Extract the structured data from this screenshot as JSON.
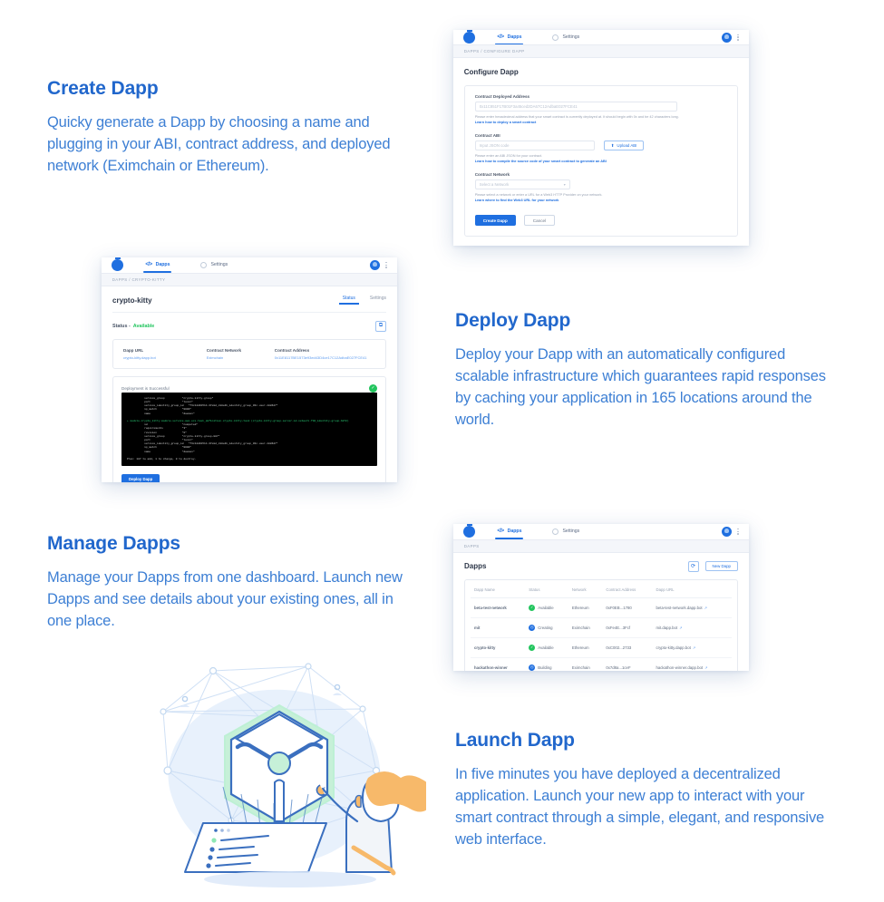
{
  "sections": [
    {
      "title": "Create Dapp",
      "body": "Quicky generate a Dapp by choosing a name and plugging in your ABI, contract address, and deployed network (Eximchain or Ethereum)."
    },
    {
      "title": "Deploy Dapp",
      "body": "Deploy your Dapp with an automatically configured scalable infrastructure which guarantees rapid responses by caching your application in 165 locations around the world."
    },
    {
      "title": "Manage Dapps",
      "body": "Manage your Dapps from one dashboard. Launch new Dapps and see details about your existing ones, all in one place."
    },
    {
      "title": "Launch Dapp",
      "body": "In five minutes you have deployed a decentralized application. Launch your new app to interact with your smart contract through a simple, elegant, and responsive web interface."
    }
  ],
  "nav": {
    "dapps_label": "Dapps",
    "settings_label": "Settings",
    "code_icon": "</>",
    "gear_icon": "gear-icon",
    "avatar_icon": "avatar-icon",
    "kebab_icon": "kebab-menu-icon"
  },
  "configure": {
    "breadcrumb": "DAPPS / CONFIGURE DAPP",
    "heading": "Configure Dapp",
    "address_label": "Contract Deployed Address",
    "address_placeholder": "0x11C851F17B01F3a45ced2DA67C12AdbaE027FCE41",
    "address_hint": "Please enter hexadecimal address that your smart contract is currently deployed at. It should begin with 0x and be 42 characters long.",
    "address_link": "Learn how to deploy a smart contract",
    "abi_label": "Contract ABI",
    "abi_placeholder": "Input JSON code",
    "abi_button": "Upload ABI",
    "abi_hint": "Please enter an ABI JSON for your contract.",
    "abi_link": "Learn how to compile the source code of your smart contract to generate an ABI",
    "network_label": "Contract Network",
    "network_value": "Select a Network",
    "network_hint": "Please select a network or enter a URL for a Web3 HTTP Provider on your network.",
    "network_link": "Learn where to find the Web3 URL for your network",
    "create_button": "Create Dapp",
    "cancel_button": "Cancel",
    "pagination_dots": 2
  },
  "detail": {
    "breadcrumb": "DAPPS / CRYPTO-KITTY",
    "heading": "crypto-kitty",
    "tabs": [
      {
        "label": "Status",
        "active": true
      },
      {
        "label": "Settings",
        "active": false
      }
    ],
    "status_label": "Status -",
    "status_value": "Available",
    "copy_icon": "copy-icon",
    "fields": [
      {
        "label": "Dapp URL",
        "value": "crypto-kitty.dapp.bot"
      },
      {
        "label": "Contract Network",
        "value": "Eximchain"
      },
      {
        "label": "Contract Address",
        "value": "0x11E8117BE1573e93ed43D4ce17C12AdbaE027FCE41"
      }
    ],
    "deployment_status": "Deployment is Successful",
    "check_icon": "check-circle-icon",
    "terminal": [
      "           service_group           \"crypto-kitty-group\"",
      "           port                    \"local\"",
      "           service_identity_group_id   \"f3c12d91514-37e8d_c88e4b_identity_group_36c-user-188627\"",
      "           ip_match                \"0000\"",
      "           name                    \"daemon\"",
      "",
      "+ module.crypto_kitty.module.service.aws.ecs.task_definition.crypto-kitty-task (crypto-kitty-group-server-id.network.f3d_identity-group-b872)",
      "           id                      \"computed\"",
      "           requirements            \"3\"",
      "           revision                \"0\"",
      "           service_group           \"crypto-kitty-group-887\"",
      "           port                    \"local\"",
      "           service_identity_group_id   \"f3c12d91514-37e8d_c88e4b_identity_group_36c-user-188627\"",
      "           ip_match                \"0000\"",
      "           name                    \"daemon\"",
      "",
      "Plan: 187 to add, 1 to change, 0 to destroy."
    ],
    "deploy_button": "Deploy Dapp"
  },
  "dapps_list": {
    "breadcrumb": "DAPPS",
    "heading": "Dapps",
    "refresh_icon": "refresh-icon",
    "new_button": "New Dapp",
    "columns": [
      "Dapp Name",
      "Status",
      "Network",
      "Contract Address",
      "Dapp URL"
    ],
    "rows": [
      {
        "name": "beta-test-network",
        "status": "Available",
        "status_type": "available",
        "network": "Ethereum",
        "address": "0xF0EB...1780",
        "url": "beta-test-network.dapp.bot"
      },
      {
        "name": "mit",
        "status": "Creating",
        "status_type": "pending",
        "network": "Eximchain",
        "address": "0xFe4E...3Fcf",
        "url": "mit.dapp.bot"
      },
      {
        "name": "crypto-kitty",
        "status": "Available",
        "status_type": "available",
        "network": "Ethereum",
        "address": "0xC002...2733",
        "url": "crypto-kitty.dapp.bot"
      },
      {
        "name": "hackathon-winner",
        "status": "Building",
        "status_type": "pending",
        "network": "Eximchain",
        "address": "0x7d8a...1ceF",
        "url": "hackathon-winner.dapp.bot"
      }
    ],
    "external_icon": "external-link-icon"
  },
  "illustration": {
    "name": "network-deploy-illustration",
    "alt_parts": [
      "network-graph",
      "hexagon-cube",
      "person-pointing",
      "laptop-list"
    ]
  },
  "colors": {
    "heading_blue": "#2167cc",
    "body_blue": "#3d7fd4",
    "accent_blue": "#1f6fe0",
    "success_green": "#22c55e",
    "mint": "#bdf0d4"
  }
}
